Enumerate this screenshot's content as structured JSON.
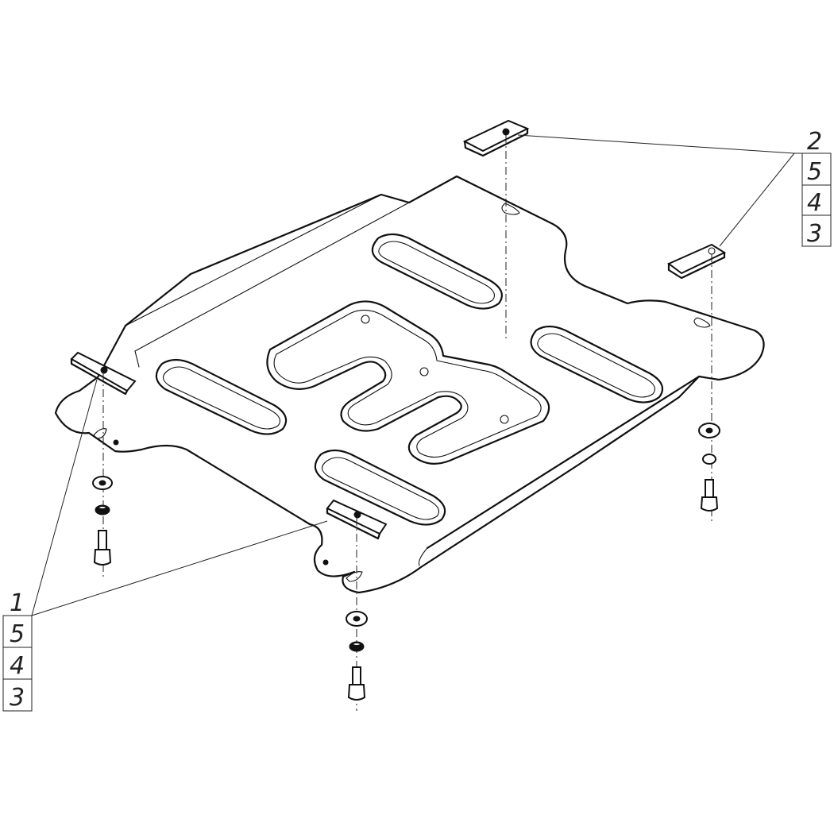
{
  "callouts": {
    "left": {
      "item": "1",
      "rows": [
        "5",
        "4",
        "3"
      ]
    },
    "right": {
      "item": "2",
      "rows": [
        "5",
        "4",
        "3"
      ]
    }
  }
}
